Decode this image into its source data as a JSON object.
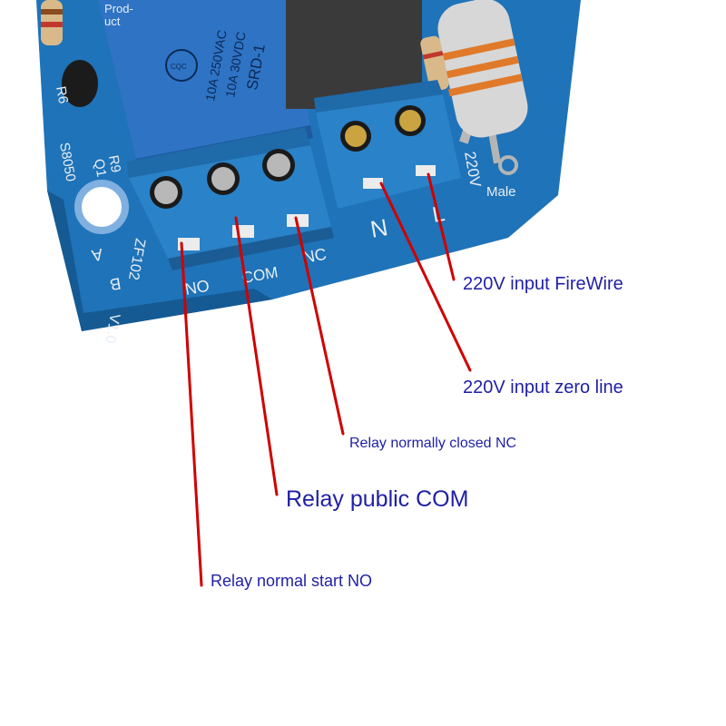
{
  "board": {
    "relay_marking_line1": "10A 250VAC",
    "relay_marking_line2": "10A 30VDC",
    "relay_marking_line3": "SRD-1",
    "cert_mark": "CQC",
    "product_text_1": "Prod-",
    "product_text_2": "uct",
    "label_r6": "R6",
    "label_r9": "R9",
    "label_q1": "Q1",
    "label_s8050": "S8050",
    "label_version_a": "A",
    "label_version_b": "B",
    "label_version_v": "V1.0",
    "label_model": "ZF102",
    "terminal_no": "NO",
    "terminal_com": "COM",
    "terminal_nc": "NC",
    "terminal_n": "N",
    "terminal_l": "L",
    "label_220v": "220V",
    "label_male": "Male"
  },
  "callouts": {
    "firewire": "220V input FireWire",
    "zero_line": "220V input zero line",
    "nc": "Relay normally closed NC",
    "com": "Relay public COM",
    "no": "Relay normal start NO"
  },
  "colors": {
    "pcb": "#1f73b8",
    "relay": "#2f73c4",
    "terminal_block": "#2a82c8",
    "pointer_line": "#d00000",
    "callout_text": "#1f1fa6"
  }
}
